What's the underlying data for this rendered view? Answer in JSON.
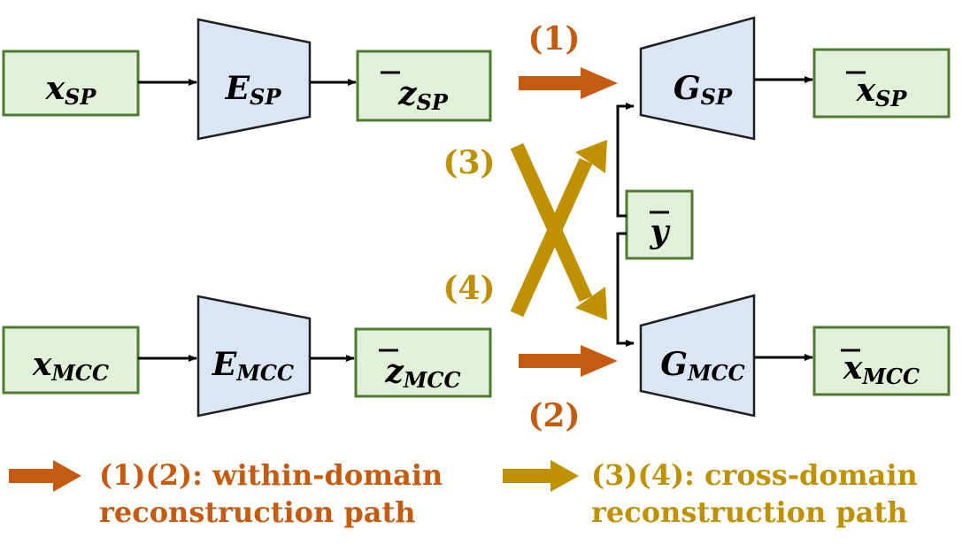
{
  "colors": {
    "box_fill": "#e2efd9",
    "box_stroke": "#4f7a32",
    "trap_fill": "#dae6f3",
    "trap_stroke": "#1f1f1f",
    "within_domain": "#c55a11",
    "cross_domain": "#bf9000"
  },
  "inputs": {
    "x_sp": {
      "base": "x",
      "sub": "SP"
    },
    "x_mcc": {
      "base": "x",
      "sub": "MCC"
    }
  },
  "encoders": {
    "e_sp": {
      "base": "E",
      "sub": "SP"
    },
    "e_mcc": {
      "base": "E",
      "sub": "MCC"
    }
  },
  "latents": {
    "z_sp": {
      "base": "z",
      "sub": "SP"
    },
    "z_mcc": {
      "base": "z",
      "sub": "MCC"
    }
  },
  "label_y": {
    "base": "y"
  },
  "generators": {
    "g_sp": {
      "base": "G",
      "sub": "SP"
    },
    "g_mcc": {
      "base": "G",
      "sub": "MCC"
    }
  },
  "outputs": {
    "xhat_sp": {
      "base": "x",
      "sub": "SP"
    },
    "xhat_mcc": {
      "base": "x",
      "sub": "MCC"
    }
  },
  "path_labels": {
    "p1": "(1)",
    "p2": "(2)",
    "p3": "(3)",
    "p4": "(4)"
  },
  "legend": {
    "within_line1": "(1)(2): within-domain",
    "within_line2": "reconstruction path",
    "cross_line1": "(3)(4): cross-domain",
    "cross_line2": "reconstruction path"
  }
}
